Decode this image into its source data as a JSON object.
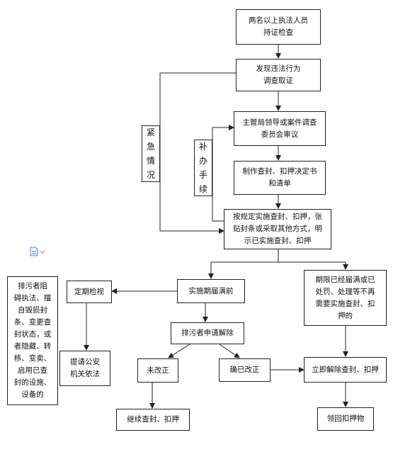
{
  "nodes": {
    "start": "两名以上执法人员\n持证检查",
    "find": "发现违法行为\n调查取证",
    "review": "主管局领导或案件调查\n委员会审议",
    "decision": "制作查封、扣押决定书\n和清单",
    "implement": "按规定实施查封、扣押，张\n贴封条或采取其他方式，明\n示已实施查封、扣押",
    "before_expiry": "实施期届满前",
    "expired": "期限已经届满或已\n处罚、处理等不再\n需要实施查封、扣\n押的",
    "inspect": "定期检视",
    "apply": "排污者申请解除",
    "violations": "排污者阻\n碍执法、擅\n自毁损封\n条、变更查\n封状态，或\n者隐藏、转\n移、变卖、\n启用已查\n封的设施、\n设备的",
    "police": "提请公安\n机关依法",
    "not_corrected": "未改正",
    "corrected": "确已改正",
    "release": "立即解除查封、扣押",
    "continue": "继续查封、扣押",
    "retrieve": "领回扣押物",
    "emergency": "紧\n急\n情\n况",
    "supplement": "补\n办\n手\n续"
  },
  "colors": {
    "line": "#222222",
    "icon": "#6a8fc7"
  }
}
